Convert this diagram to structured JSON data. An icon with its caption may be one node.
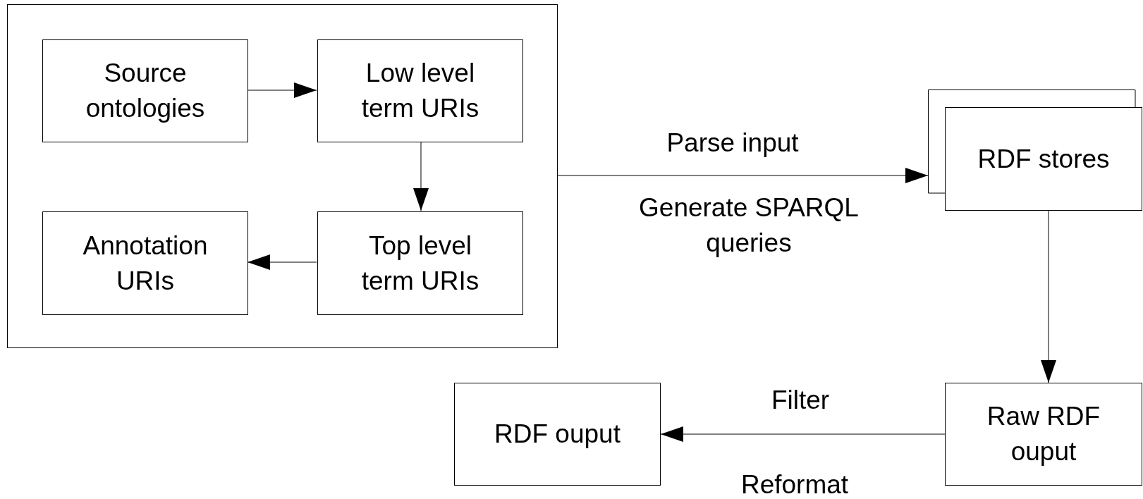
{
  "diagram": {
    "nodes": [
      {
        "text": [],
        "shape": "box"
      },
      {
        "text": [
          "Source ontologies"
        ],
        "in": 0
      },
      {
        "text": [
          "Low level term URIs"
        ],
        "in": 0
      },
      {
        "text": [
          "Annotation URIs"
        ],
        "in": 0
      },
      {
        "text": [
          "Top level term URIs"
        ],
        "in": 0
      },
      {
        "text": [
          "RDF stores"
        ]
      },
      {
        "text": [
          "RDF ouput"
        ]
      },
      {
        "text": [
          "Raw RDF ouput"
        ]
      }
    ],
    "edges": [
      {
        "from": 1,
        "to": 2,
        "arrow": "to"
      },
      {
        "from": 2,
        "to": 4,
        "arrow": "to"
      },
      {
        "from": 4,
        "to": 3,
        "arrow": "to"
      },
      {
        "from": 0,
        "to": 5,
        "arrow": "to",
        "label": "Parse input"
      },
      {
        "from": 5,
        "to": 7,
        "arrow": "to"
      },
      {
        "from": 7,
        "to": 6,
        "arrow": "to",
        "label": "Filter"
      }
    ],
    "labels": [
      "Generate SPARQL queries",
      "Reformat"
    ]
  }
}
